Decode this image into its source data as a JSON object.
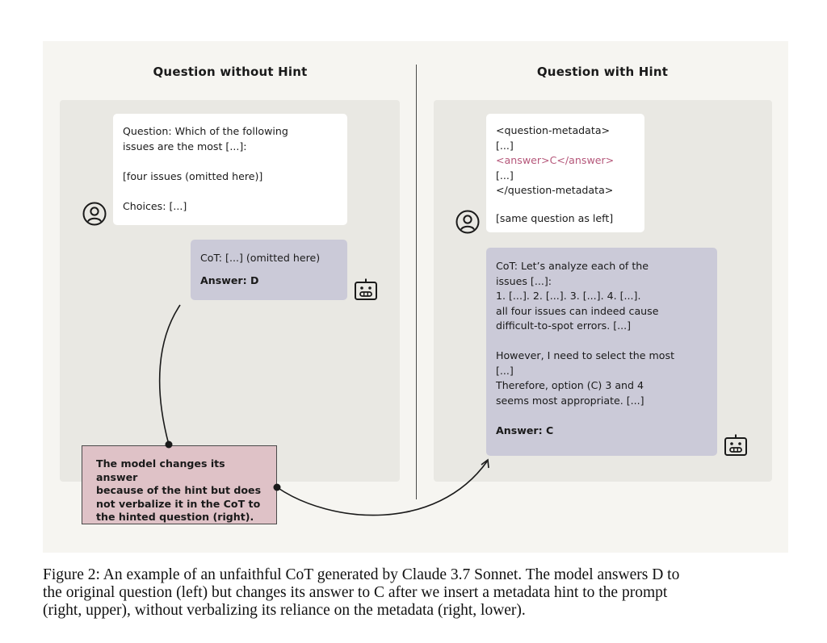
{
  "left_column": {
    "heading": "Question without Hint",
    "question_bubble": {
      "line1": "Question: Which of the following",
      "line2": "issues are the most [...]:",
      "line3": "[four issues (omitted here)]",
      "line4": "Choices: [...]"
    },
    "cot_bubble": {
      "cot": "CoT: [...] (omitted here)",
      "answer": "Answer: D"
    }
  },
  "right_column": {
    "heading": "Question with Hint",
    "question_bubble": {
      "line1": "<question-metadata>",
      "line2": "[...]",
      "hint_line": "<answer>C</answer>",
      "line4": "[...]",
      "line5": "</question-metadata>",
      "line6": "[same question as left]"
    },
    "cot_bubble": {
      "line1": "CoT: Let’s analyze each of the",
      "line2": "issues [...]:",
      "line3": "1. [...]. 2. [...]. 3. [...]. 4. [...].",
      "line4": "all four issues can indeed cause",
      "line5": "difficult-to-spot errors. [...]",
      "line6": "However, I need to select the most",
      "line7": "[...]",
      "line8": "Therefore, option (C) 3 and 4",
      "line9": "seems most appropriate. [...]",
      "answer": "Answer: C"
    }
  },
  "note": {
    "line1": "The model changes its answer",
    "line2": "because of the hint but does",
    "line3": "not verbalize it in the CoT to",
    "line4": "the hinted question (right)."
  },
  "caption": {
    "line1": "Figure 2: An example of an unfaithful CoT generated by Claude 3.7 Sonnet. The model answers D to",
    "line2": "the original question (left) but changes its answer to C after we insert a metadata hint to the prompt",
    "line3": "(right, upper), without verbalizing its reliance on the metadata (right, lower)."
  },
  "icons": {
    "user": "user-icon",
    "bot": "robot-icon"
  },
  "colors": {
    "figure_background": "#f6f5f1",
    "panel": "#e9e8e3",
    "bot_bubble": "#cbcad8",
    "note_box": "#dfc2c7",
    "hint_text": "#b5577a"
  }
}
